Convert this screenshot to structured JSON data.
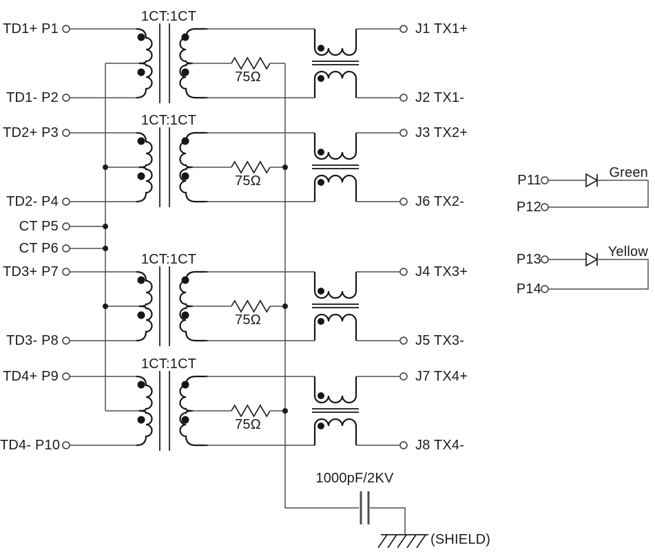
{
  "schematic": {
    "description": "4-channel 1CT:1CT transformer module schematic with common-mode chokes, LEDs and shield capacitor",
    "channels": [
      {
        "ratio": "1CT:1CT",
        "resistor": "75Ω",
        "pin_left_top": "TD1+ P1",
        "pin_left_bottom": "TD1- P2",
        "pin_right_top": "J1 TX1+",
        "pin_right_bottom": "J2 TX1-"
      },
      {
        "ratio": "1CT:1CT",
        "resistor": "75Ω",
        "pin_left_top": "TD2+ P3",
        "pin_left_bottom": "TD2- P4",
        "pin_right_top": "J3 TX2+",
        "pin_right_bottom": "J6 TX2-"
      },
      {
        "ratio": "1CT:1CT",
        "resistor": "75Ω",
        "pin_left_top": "TD3+ P7",
        "pin_left_bottom": "TD3- P8",
        "pin_right_top": "J4 TX3+",
        "pin_right_bottom": "J5 TX3-"
      },
      {
        "ratio": "1CT:1CT",
        "resistor": "75Ω",
        "pin_left_top": "TD4+ P9",
        "pin_left_bottom": "TD4- P10",
        "pin_right_top": "J7 TX4+",
        "pin_right_bottom": "J8 TX4-"
      }
    ],
    "center_tap_pins": [
      {
        "label": "CT P5"
      },
      {
        "label": "CT P6"
      }
    ],
    "capacitor": {
      "label": "1000pF/2KV"
    },
    "shield": {
      "label": "(SHIELD)"
    },
    "leds": [
      {
        "anode": "P11",
        "cathode": "P12",
        "color": "Green"
      },
      {
        "anode": "P13",
        "cathode": "P14",
        "color": "Yellow"
      }
    ],
    "colors": {
      "wire": "#4d4d4d",
      "symbol": "#161616",
      "text": "#1b1b1b",
      "background": "#ffffff"
    }
  }
}
